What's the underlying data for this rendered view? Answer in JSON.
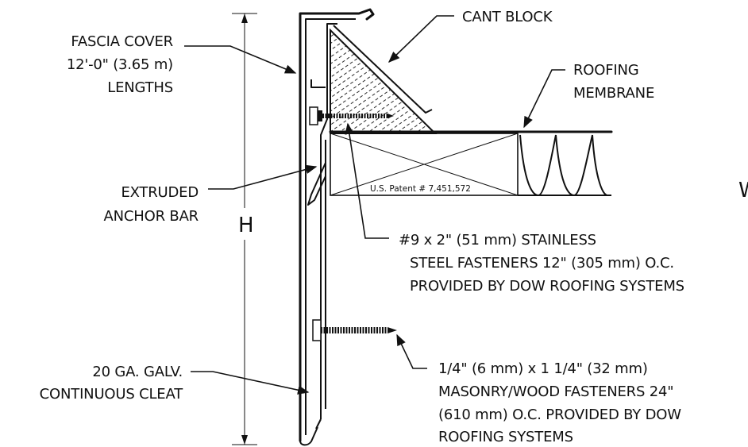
{
  "labels": {
    "fascia_cover": [
      "FASCIA COVER",
      "12'-0\" (3.65 m)",
      "LENGTHS"
    ],
    "cant_block": [
      "CANT BLOCK"
    ],
    "roofing_membrane": [
      "ROOFING",
      "MEMBRANE"
    ],
    "anchor_bar": [
      "EXTRUDED",
      "ANCHOR BAR"
    ],
    "height": "H",
    "stainless_fasteners": [
      "#9 x 2\" (51 mm) STAINLESS",
      "STEEL FASTENERS 12\" (305 mm) O.C.",
      "PROVIDED BY DOW ROOFING SYSTEMS"
    ],
    "cleat": [
      "20 GA. GALV.",
      "CONTINUOUS CLEAT"
    ],
    "masonry_fasteners": [
      "1/4\" (6 mm) x 1 1/4\" (32 mm)",
      "MASONRY/WOOD  FASTENERS 24\"",
      "(610 mm) O.C. PROVIDED BY DOW",
      "ROOFING SYSTEMS"
    ],
    "patent": "U.S. Patent # 7,451,572",
    "edge_letter": "W"
  }
}
